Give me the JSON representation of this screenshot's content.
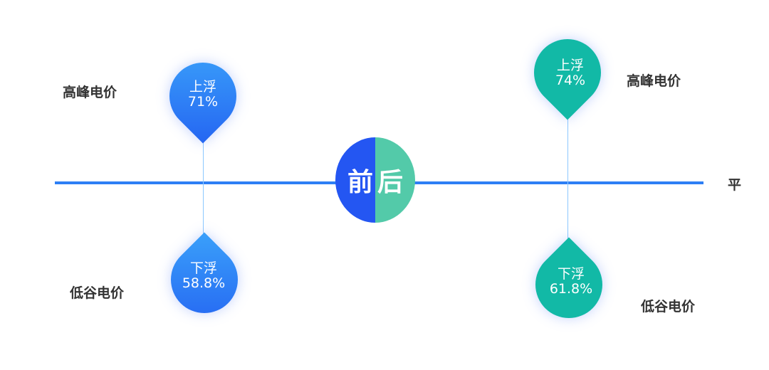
{
  "center": {
    "left": "前",
    "right": "后"
  },
  "axis_label": "平",
  "before": {
    "peak": {
      "label": "高峰电价",
      "direction": "上浮",
      "value": "71%"
    },
    "valley": {
      "label": "低谷电价",
      "direction": "下浮",
      "value": "58.8%"
    }
  },
  "after": {
    "peak": {
      "label": "高峰电价",
      "direction": "上浮",
      "value": "74%"
    },
    "valley": {
      "label": "低谷电价",
      "direction": "下浮",
      "value": "61.8%"
    }
  },
  "colors": {
    "before": "#2566f2",
    "after": "#12b9a6",
    "center_left": "#2456f2",
    "center_right": "#53caa9",
    "axis": "#2d7ff5"
  }
}
